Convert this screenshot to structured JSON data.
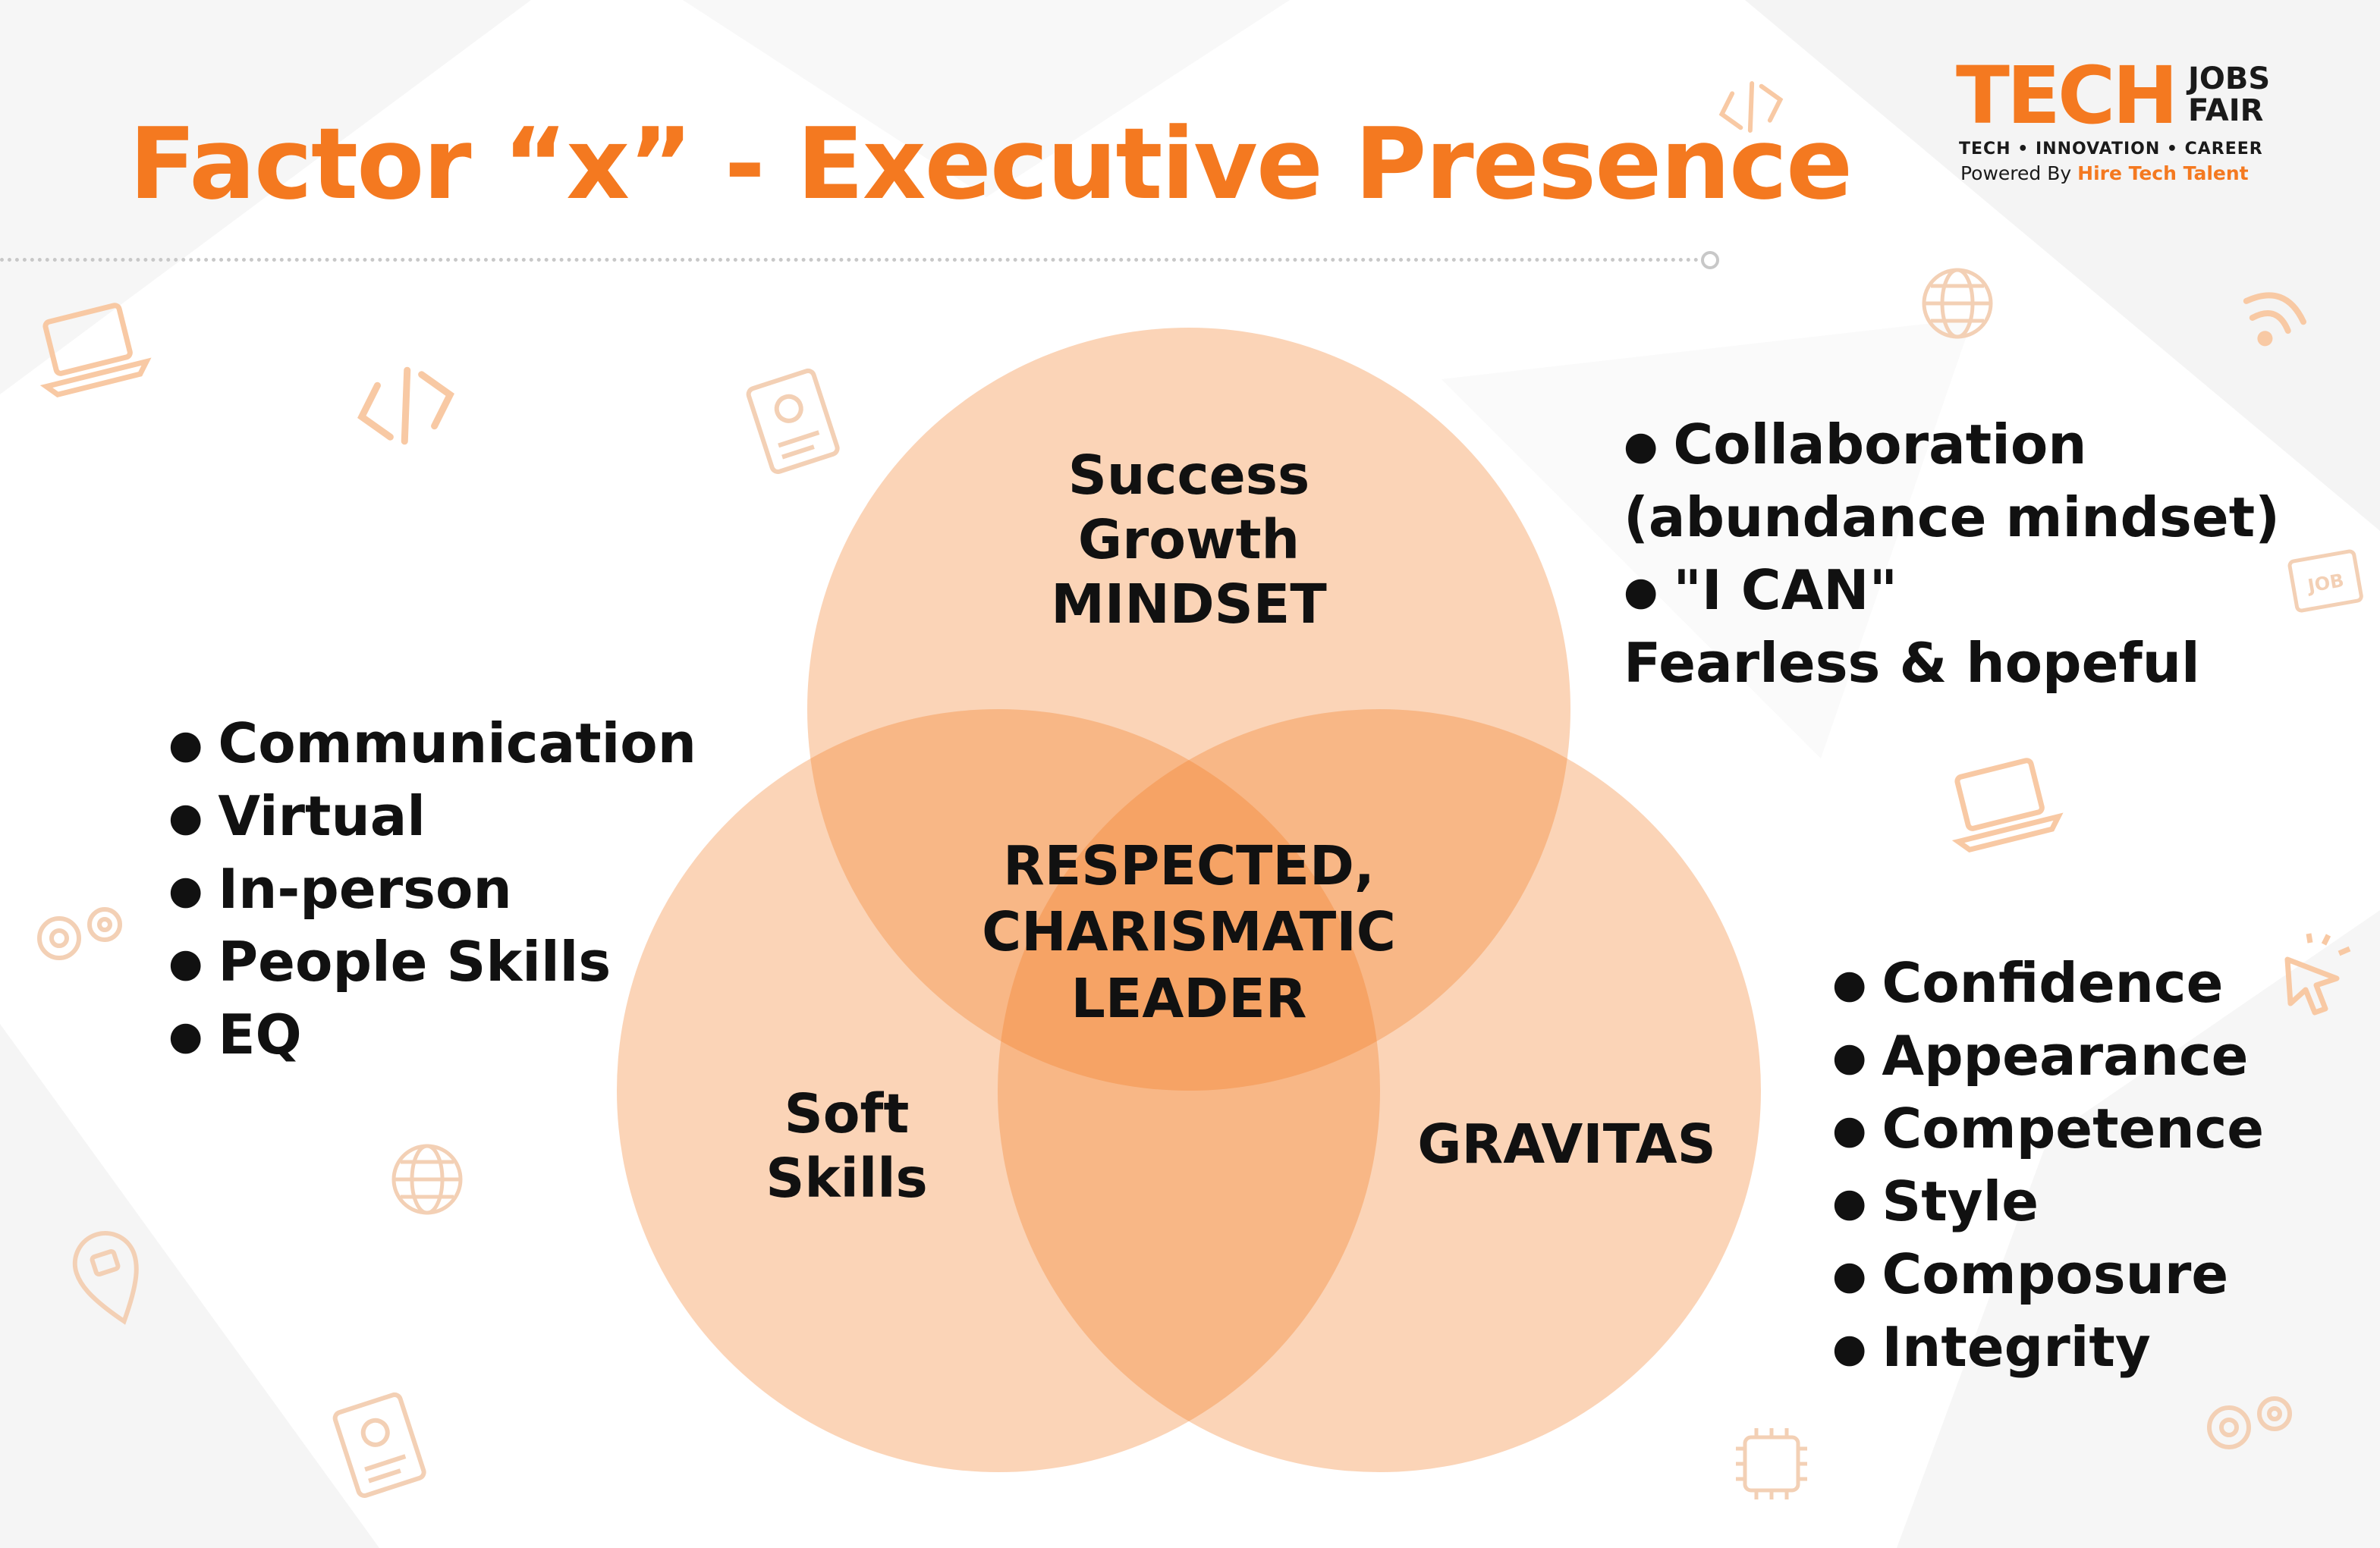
{
  "title": "Factor “x” - Executive Presence",
  "logo": {
    "tech": "TECH",
    "jobs": "JOBS",
    "fair": "FAIR",
    "tagline": "TECH • INNOVATION • CAREER",
    "powered_prefix": "Powered By",
    "powered_brand": "Hire Tech Talent"
  },
  "diagram": {
    "circles": [
      {
        "id": "top",
        "lines": [
          "Success",
          "Growth",
          "MINDSET"
        ]
      },
      {
        "id": "left",
        "lines": [
          "Soft",
          "Skills"
        ]
      },
      {
        "id": "right",
        "lines": [
          "GRAVITAS"
        ]
      }
    ],
    "center": {
      "lines": [
        "RESPECTED,",
        "CHARISMATIC",
        "LEADER"
      ]
    },
    "fill_color": "#F47920"
  },
  "lists": {
    "soft_skills": [
      "Communication",
      "Virtual",
      "In-person",
      "People Skills",
      "EQ"
    ],
    "mindset": [
      {
        "text": "Collaboration",
        "bullet": true
      },
      {
        "text": "(abundance mindset)",
        "bullet": false
      },
      {
        "text": "\"I CAN\"",
        "bullet": true
      },
      {
        "text": "Fearless & hopeful",
        "bullet": false
      }
    ],
    "gravitas": [
      "Confidence",
      "Appearance",
      "Competence",
      "Style",
      "Composure",
      "Integrity"
    ]
  },
  "background_icons": [
    "laptop-icon",
    "code-icon",
    "resume-icon",
    "globe-icon",
    "wifi-icon",
    "job-icon",
    "gear-icon",
    "cursor-click-icon",
    "location-pin-icon",
    "chip-icon"
  ],
  "colors": {
    "accent": "#F47920",
    "text": "#111111"
  }
}
